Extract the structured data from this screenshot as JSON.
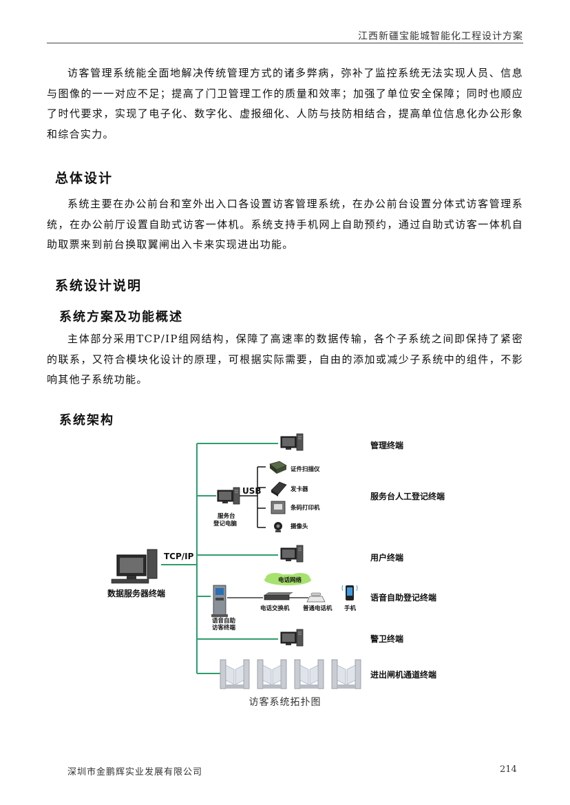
{
  "header": {
    "title": "江西新疆宝能城智能化工程设计方案"
  },
  "intro": "访客管理系统能全面地解决传统管理方式的诸多弊病，弥补了监控系统无法实现人员、信息与图像的一一对应不足；提高了门卫管理工作的质量和效率；加强了单位安全保障；同时也顺应了时代要求，实现了电子化、数字化、虚报细化、人防与技防相结合，提高单位信息化办公形象和综合实力。",
  "sections": {
    "overall": {
      "heading": "总体设计",
      "body": "系统主要在办公前台和室外出入口各设置访客管理系统，在办公前台设置分体式访客管理系统，在办公前厅设置自助式访客一体机。系统支持手机网上自助预约，通过自助式访客一体机自助取票来到前台换取翼闸出入卡来实现进出功能。"
    },
    "design": {
      "heading": "系统设计说明"
    },
    "overview": {
      "heading": "系统方案及功能概述",
      "body": "主体部分采用TCP/IP组网结构，保障了高速率的数据传输，各个子系统之间即保持了紧密的联系，又符合模块化设计的原理，可根据实际需要，自由的添加或减少子系统中的组件，不影响其他子系统功能。"
    },
    "architecture": {
      "heading": "系统架构"
    }
  },
  "diagram": {
    "server_label": "数据服务器终端",
    "tcpip_label": "TCP/IP",
    "usb_label": "USB",
    "service_pc_label": [
      "服务台",
      "登记电脑"
    ],
    "usb_devices": [
      "证件扫描仪",
      "发卡器",
      "条码打印机",
      "摄像头"
    ],
    "phone_network_label": "电话网络",
    "exchange_label": "电话交换机",
    "phone_label": "普通电话机",
    "mobile_label": "手机",
    "voice_kiosk_label": [
      "语音自助",
      "访客终端"
    ],
    "terminals": [
      "管理终端",
      "服务台人工登记终端",
      "用户终端",
      "语音自助登记终端",
      "警卫终端",
      "进出闸机通道终端"
    ]
  },
  "caption": "访客系统拓扑图",
  "footer": {
    "company": "深圳市金鹏辉实业发展有限公司",
    "page": "214"
  }
}
